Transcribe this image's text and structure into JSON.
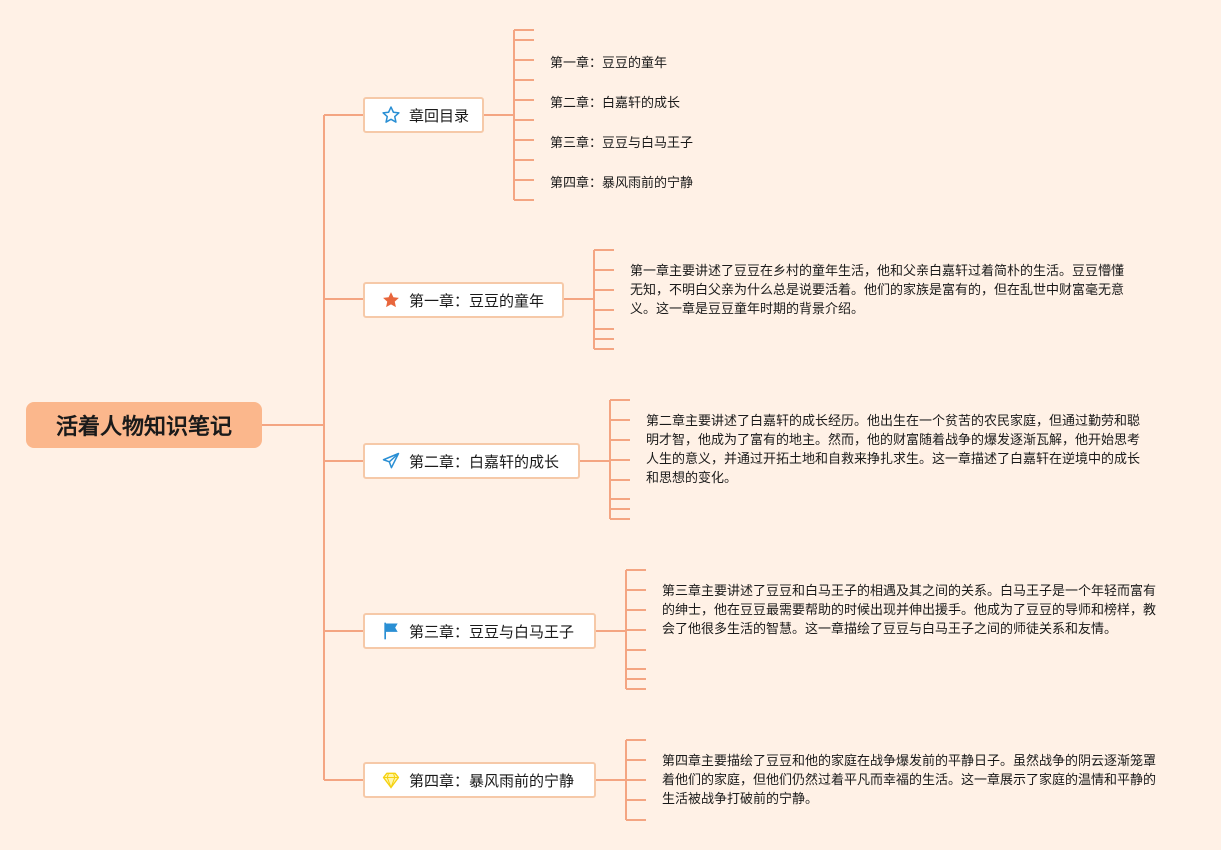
{
  "root": {
    "title": "活着人物知识笔记"
  },
  "branches": [
    {
      "label": "章回目录",
      "icon": "star-outline-icon",
      "children": [
        "第一章：豆豆的童年",
        "第二章：白嘉轩的成长",
        "第三章：豆豆与白马王子",
        "第四章：暴风雨前的宁静"
      ]
    },
    {
      "label": "第一章：豆豆的童年",
      "icon": "star-filled-icon",
      "text": "第一章主要讲述了豆豆在乡村的童年生活，他和父亲白嘉轩过着简朴的生活。豆豆懵懂无知，不明白父亲为什么总是说要活着。他们的家族是富有的，但在乱世中财富毫无意义。这一章是豆豆童年时期的背景介绍。"
    },
    {
      "label": "第二章：白嘉轩的成长",
      "icon": "paper-plane-icon",
      "text": "第二章主要讲述了白嘉轩的成长经历。他出生在一个贫苦的农民家庭，但通过勤劳和聪明才智，他成为了富有的地主。然而，他的财富随着战争的爆发逐渐瓦解，他开始思考人生的意义，并通过开拓土地和自救来挣扎求生。这一章描述了白嘉轩在逆境中的成长和思想的变化。"
    },
    {
      "label": "第三章：豆豆与白马王子",
      "icon": "flag-icon",
      "text": "第三章主要讲述了豆豆和白马王子的相遇及其之间的关系。白马王子是一个年轻而富有的绅士，他在豆豆最需要帮助的时候出现并伸出援手。他成为了豆豆的导师和榜样，教会了他很多生活的智慧。这一章描绘了豆豆与白马王子之间的师徒关系和友情。"
    },
    {
      "label": "第四章：暴风雨前的宁静",
      "icon": "diamond-icon",
      "text": "第四章主要描绘了豆豆和他的家庭在战争爆发前的平静日子。虽然战争的阴云逐渐笼罩着他们的家庭，但他们仍然过着平凡而幸福的生活。这一章展示了家庭的温情和平静的生活被战争打破前的宁静。"
    }
  ],
  "colors": {
    "background": "#fff1e6",
    "connector": "#f4a582",
    "root_fill": "#fbb78c",
    "branch_border": "#f6c9a8",
    "icon_blue": "#2a8fd4",
    "icon_orange": "#e8663c",
    "icon_yellow": "#f5d10f"
  }
}
